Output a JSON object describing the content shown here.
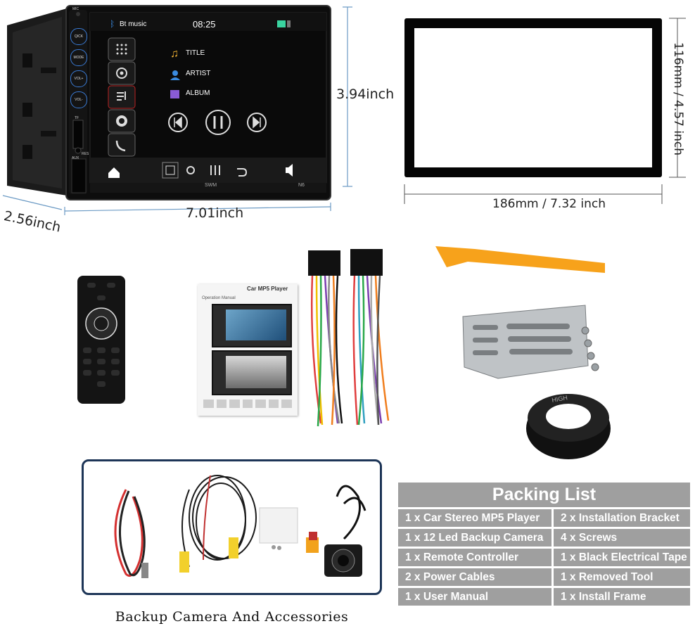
{
  "stereo": {
    "bt_label": "Bt music",
    "clock": "08:25",
    "title": "TITLE",
    "artist": "ARTIST",
    "album": "ALBUM",
    "brand": "SWM",
    "model": "N6",
    "side_buttons": [
      "QICK",
      "MODE",
      "VOL+",
      "VOL-"
    ],
    "mic_label": "MIC",
    "tf_label": "TF",
    "aux_label": "AUX",
    "res_label": "RES"
  },
  "dimensions": {
    "unit_height": "3.94inch",
    "unit_width": "7.01inch",
    "unit_depth": "2.56inch",
    "frame_width": "186mm / 7.32 inch",
    "frame_height": "116mm / 4.57 inch"
  },
  "manual": {
    "title": "Car MP5 Player",
    "subtitle": "Operation Manual"
  },
  "tape_text": "HIGH",
  "accessories_caption": "Backup Camera And Accessories",
  "packing_list": {
    "title": "Packing List",
    "rows": [
      [
        "1 x Car Stereo MP5 Player",
        "2 x Installation Bracket"
      ],
      [
        "1 x 12 Led Backup Camera",
        "4 x Screws"
      ],
      [
        "1 x Remote Controller",
        "1 x Black Electrical Tape"
      ],
      [
        "2 x Power Cables",
        "1 x Removed Tool"
      ],
      [
        "1 x User Manual",
        "1 x Install Frame"
      ]
    ]
  },
  "colors": {
    "table_bg": "#9f9f9f",
    "box_border": "#1d3557",
    "pry_tool": "#f7a21b",
    "screen_bg": "#0b0b0b"
  }
}
